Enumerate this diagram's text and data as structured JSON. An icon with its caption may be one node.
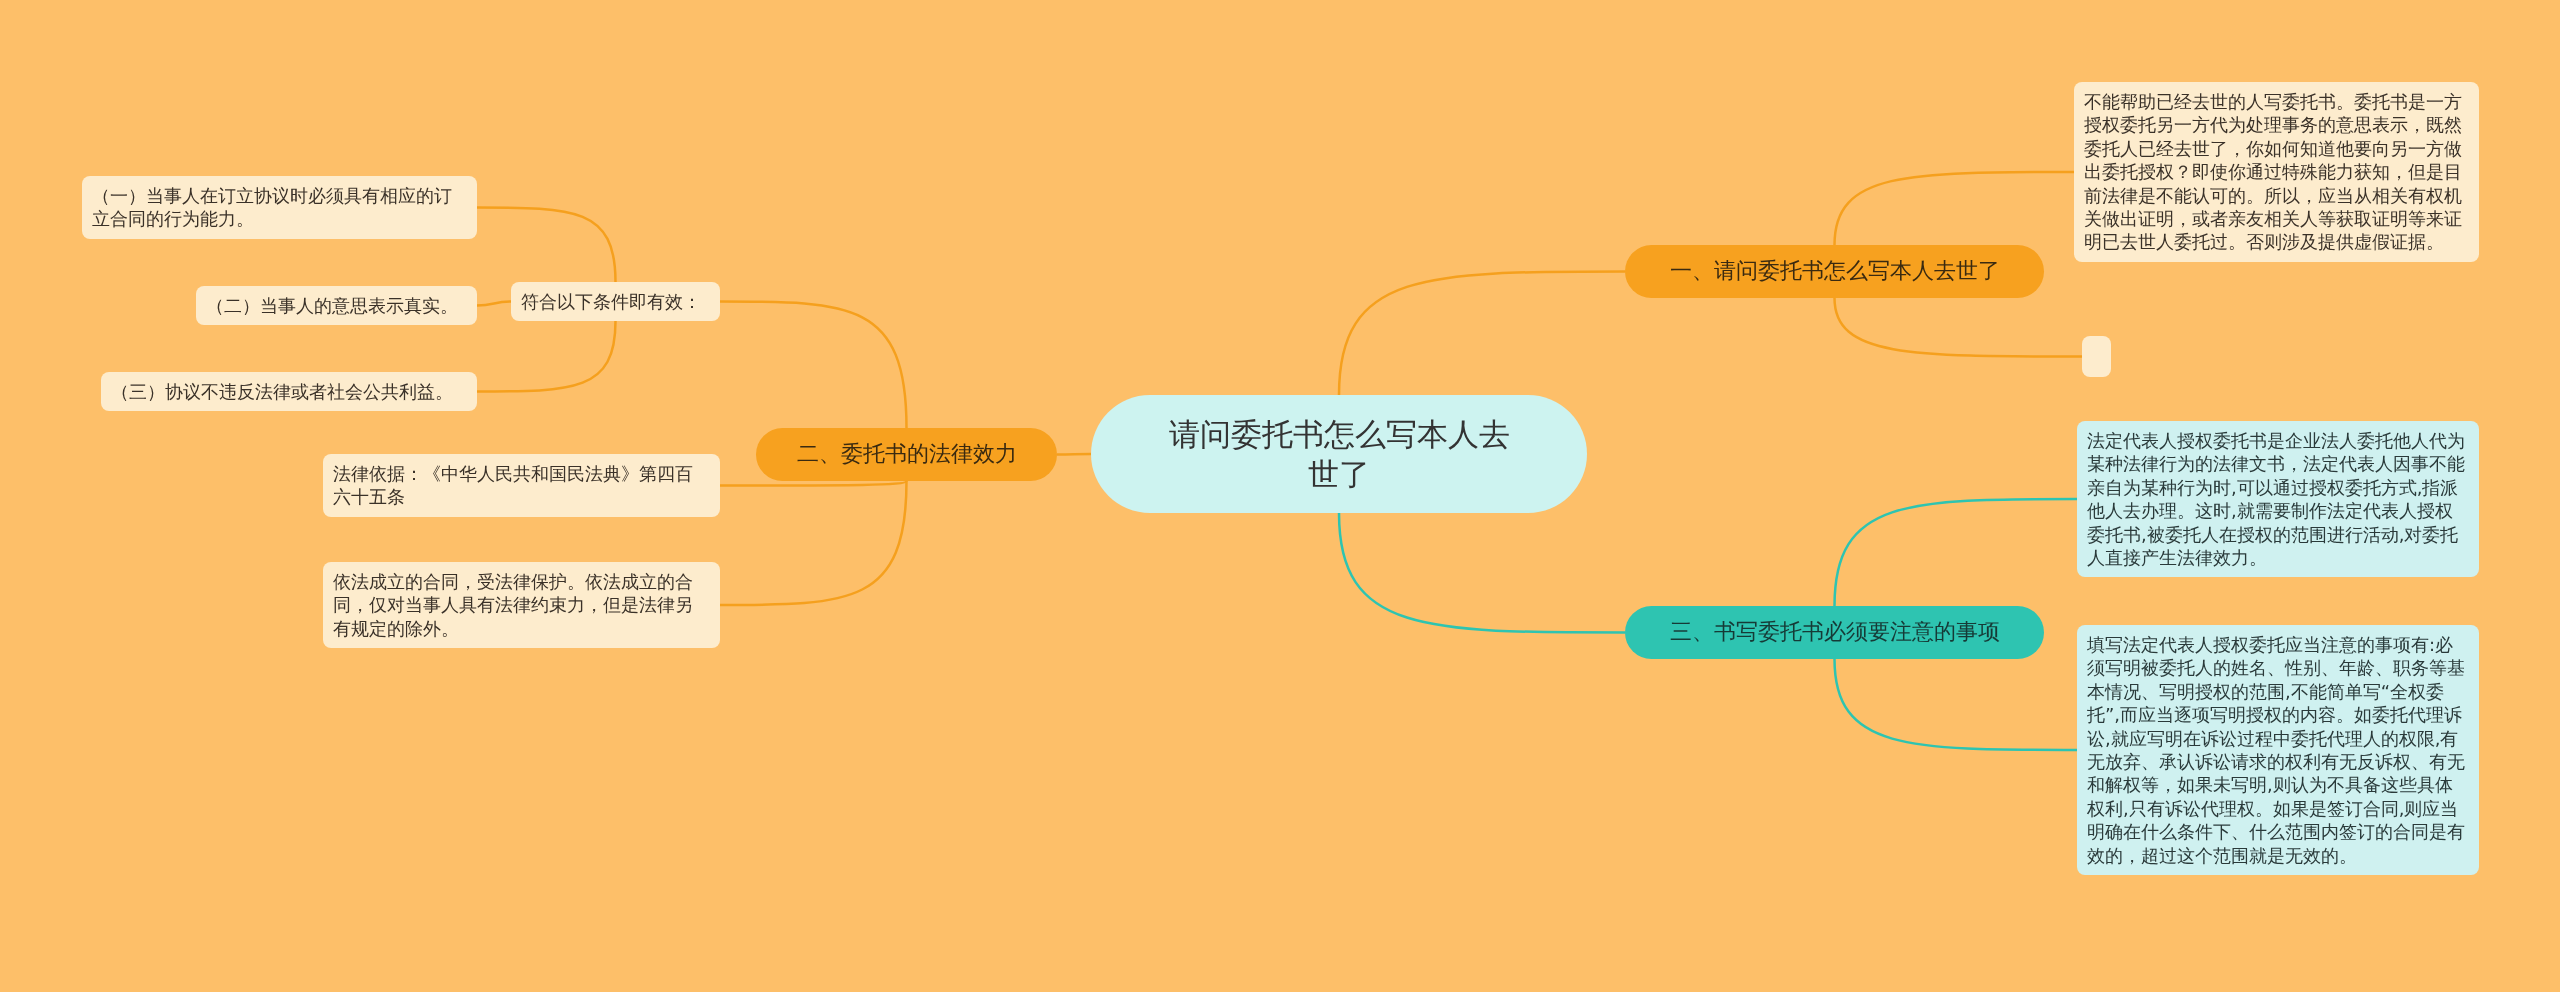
{
  "diagram": {
    "nodes": [
      {
        "text": [
          "请问委托书怎么写本人去世了"
        ]
      },
      {
        "text": [
          "一、请问委托书怎么写本人去世了"
        ]
      },
      {
        "text": [
          "不能帮助已经去世的人写委托书。委托书是一方授权委托另一方代为处理事务的意思表示，既然委托人已经去世了，你如何知道他要向另一方做出委托授权？即使你通过特殊能力获知，但是目前法律是不能认可的。所以，应当从相关有权机关做出证明，或者亲友相关人等获取证明等来证明已去世人委托过。否则涉及提供虚假证据。"
        ]
      },
      {
        "text": [],
        "shape": "box"
      },
      {
        "text": [
          "二、委托书的法律效力"
        ]
      },
      {
        "text": [
          "符合以下条件即有效："
        ]
      },
      {
        "text": [
          "（一）当事人在订立协议时必须具有相应的订立合同的行为能力。"
        ]
      },
      {
        "text": [
          "（二）当事人的意思表示真实。"
        ]
      },
      {
        "text": [
          "（三）协议不违反法律或者社会公共利益。"
        ]
      },
      {
        "text": [
          "法律依据：《中华人民共和国民法典》第四百六十五条"
        ]
      },
      {
        "text": [
          "依法成立的合同，受法律保护。依法成立的合同，仅对当事人具有法律约束力，但是法律另有规定的除外。"
        ]
      },
      {
        "text": [
          "三、书写委托书必须要注意的事项"
        ]
      },
      {
        "text": [
          "法定代表人授权委托书是企业法人委托他人代为某种法律行为的法律文书，法定代表人因事不能亲自为某种行为时,可以通过授权委托方式,指派他人去办理。这时,就需要制作法定代表人授权委托书,被委托人在授权的范围进行活动,对委托人直接产生法律效力。"
        ]
      },
      {
        "text": [
          "填写法定代表人授权委托应当注意的事项有:必须写明被委托人的姓名、性别、年龄、职务等基本情况、写明授权的范围,不能简单写“全权委托”,而应当逐项写明授权的内容。如委托代理诉讼,就应写明在诉讼过程中委托代理人的权限,有无放弃、承认诉讼请求的权利有无反诉权、有无和解权等，如果未写明,则认为不具备这些具体权利,只有诉讼代理权。如果是签订合同,则应当明确在什么条件下、什么范围内签订的合同是有效的，超过这个范围就是无效的。"
        ]
      }
    ],
    "edges": [
      {
        "from": 0,
        "to": 1,
        "arrow": "none"
      },
      {
        "from": 1,
        "to": 2,
        "arrow": "none"
      },
      {
        "from": 1,
        "to": 3,
        "arrow": "none"
      },
      {
        "from": 0,
        "to": 4,
        "arrow": "none"
      },
      {
        "from": 4,
        "to": 5,
        "arrow": "none"
      },
      {
        "from": 5,
        "to": 6,
        "arrow": "none"
      },
      {
        "from": 5,
        "to": 7,
        "arrow": "none"
      },
      {
        "from": 5,
        "to": 8,
        "arrow": "none"
      },
      {
        "from": 4,
        "to": 9,
        "arrow": "none"
      },
      {
        "from": 4,
        "to": 10,
        "arrow": "none"
      },
      {
        "from": 0,
        "to": 11,
        "arrow": "none",
        "color": "#2ec4b1"
      },
      {
        "from": 11,
        "to": 12,
        "arrow": "none",
        "color": "#2ec4b1"
      },
      {
        "from": 11,
        "to": 13,
        "arrow": "none",
        "color": "#2ec4b1"
      }
    ]
  }
}
